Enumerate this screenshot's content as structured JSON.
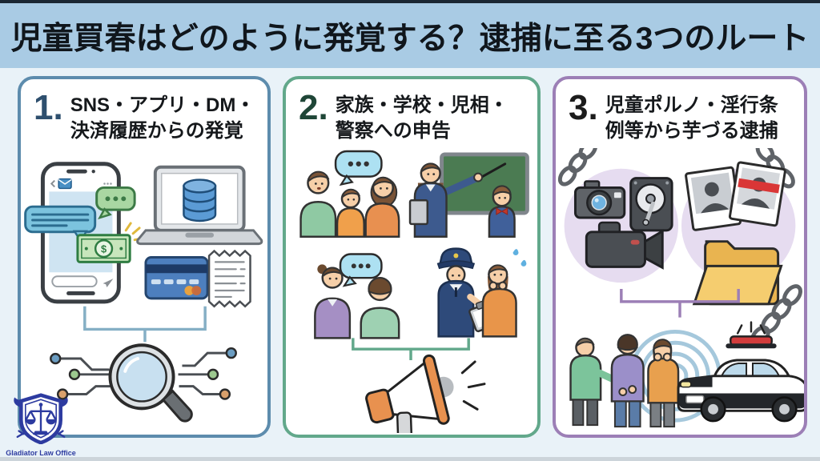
{
  "header": {
    "title": "児童買春はどのように発覚する？逮捕に至る3つのルート"
  },
  "panels": [
    {
      "number": "1.",
      "title_lines": [
        "SNS・アプリ・DM・",
        "決済履歴からの発覚"
      ],
      "accent_color": "#5d8cad",
      "number_color": "#2e4f6e",
      "icons": [
        "smartphone-icon",
        "chat-bubble-blue-icon",
        "chat-bubble-green-icon",
        "banknote-icon",
        "laptop-icon",
        "database-icon",
        "credit-card-icon",
        "receipt-icon",
        "connector-bracket",
        "circuit-icon",
        "magnifier-icon"
      ]
    },
    {
      "number": "2.",
      "title_lines": [
        "家族・学校・児相・",
        "警察への申告"
      ],
      "accent_color": "#62a88b",
      "number_color": "#1f4637",
      "icons": [
        "family-icon",
        "speech-bubble-dots-icon",
        "teacher-blackboard-icon",
        "counselor-icon",
        "police-officer-icon",
        "worried-woman-icon",
        "connector-bracket",
        "megaphone-icon"
      ]
    },
    {
      "number": "3.",
      "title_lines": [
        "児童ポルノ・淫行条",
        "例等から芋づる逮捕"
      ],
      "accent_color": "#9c7fb6",
      "number_color": "#1c1c1c",
      "icons": [
        "camera-icon",
        "hard-drive-icon",
        "video-camera-icon",
        "photo-icon",
        "censored-photo-icon",
        "folder-icon",
        "chain-icon",
        "connector-bracket",
        "arrest-icon",
        "ripple-icon",
        "police-car-icon"
      ]
    }
  ],
  "logo": {
    "text": "Gladiator Law Office",
    "shield_color": "#2d3ba0"
  },
  "colors": {
    "top_strip": "#1b2733",
    "header_bg": "#a9cbe4",
    "page_bg": "#e9f2f8",
    "panel_bg": "#ffffff"
  }
}
